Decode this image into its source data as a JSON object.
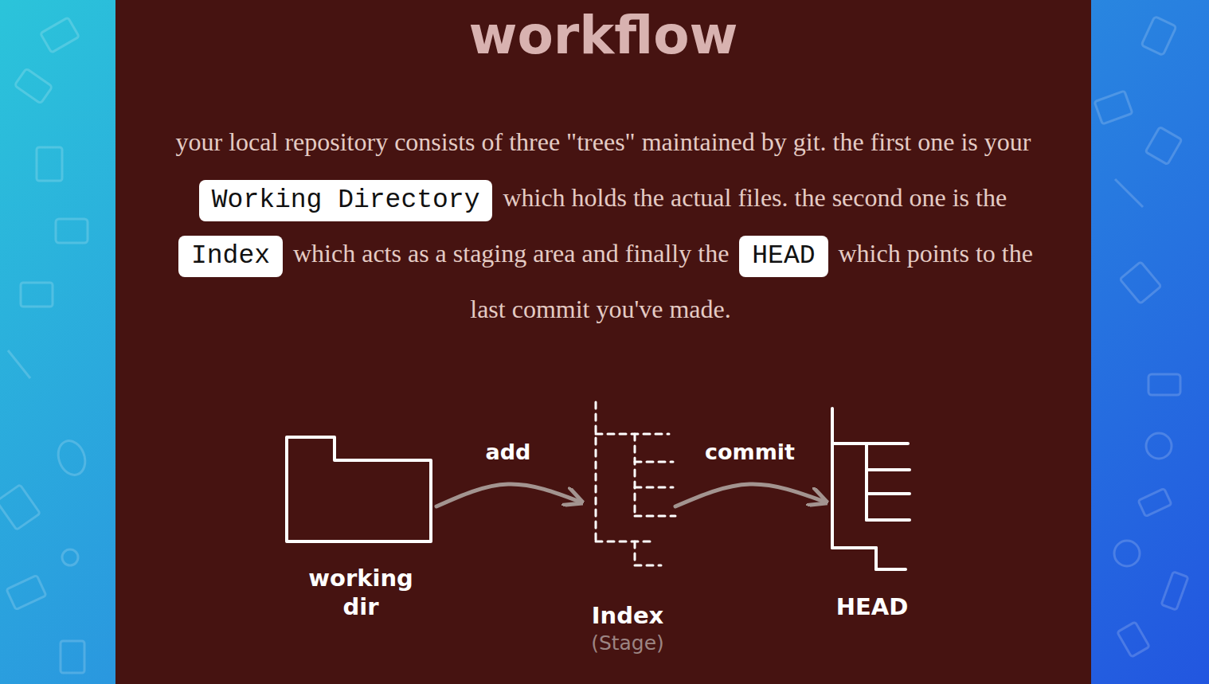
{
  "diagram": {
    "title": "workflow",
    "nodes": [
      {
        "text": [
          "working dir"
        ]
      },
      {
        "text": [
          "Index",
          "(Stage)"
        ]
      },
      {
        "text": [
          "HEAD"
        ]
      }
    ],
    "edges": [
      {
        "from": 0,
        "to": 1,
        "arrow": "to",
        "label": "add"
      },
      {
        "from": 1,
        "to": 2,
        "arrow": "to",
        "label": "commit"
      }
    ],
    "labels": [
      "your local repository consists of three \"trees\" maintained by git. the first one is your",
      "Working Directory",
      "which holds the actual files. the second one is the",
      "Index",
      "which acts as a staging area and finally the",
      "HEAD",
      "which points to the last commit you've made."
    ]
  }
}
